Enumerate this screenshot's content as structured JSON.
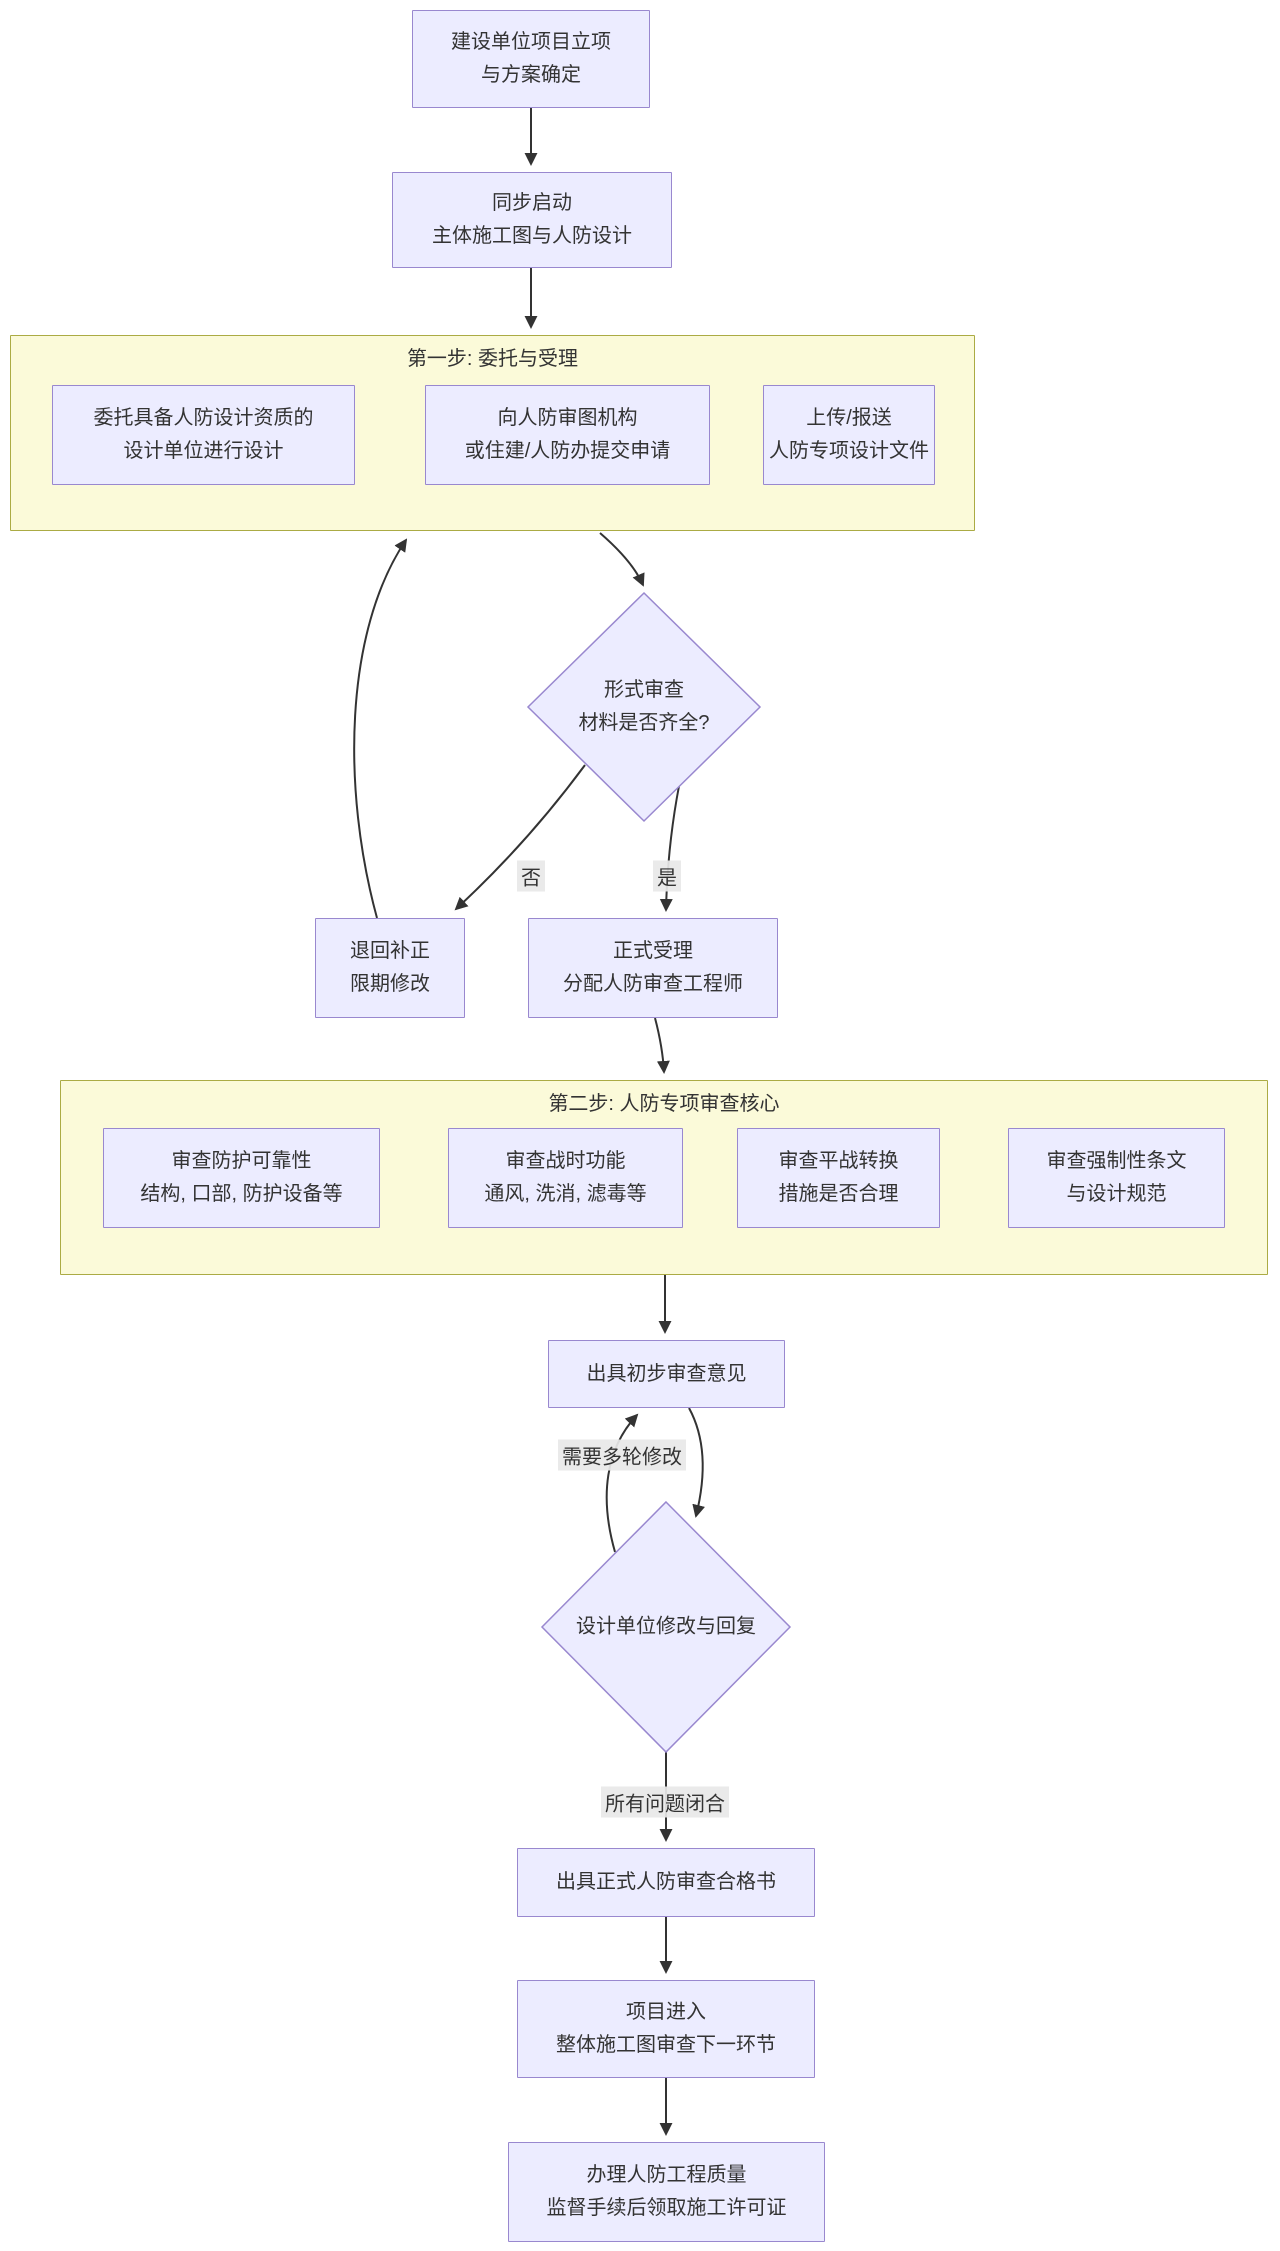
{
  "nodes": {
    "start": {
      "line1": "建设单位项目立项",
      "line2": "与方案确定"
    },
    "sync": {
      "line1": "同步启动",
      "line2": "主体施工图与人防设计"
    },
    "entrust": {
      "line1": "委托具备人防设计资质的",
      "line2": "设计单位进行设计"
    },
    "submit": {
      "line1": "向人防审图机构",
      "line2": "或住建/人防办提交申请"
    },
    "upload": {
      "line1": "上传/报送",
      "line2": "人防专项设计文件"
    },
    "formal_check": {
      "line1": "形式审查",
      "line2": "材料是否齐全?"
    },
    "return_fix": {
      "line1": "退回补正",
      "line2": "限期修改"
    },
    "accept": {
      "line1": "正式受理",
      "line2": "分配人防审查工程师"
    },
    "review_protection": {
      "line1": "审查防护可靠性",
      "line2": "结构, 口部, 防护设备等"
    },
    "review_wartime": {
      "line1": "审查战时功能",
      "line2": "通风, 洗消, 滤毒等"
    },
    "review_conversion": {
      "line1": "审查平战转换",
      "line2": "措施是否合理"
    },
    "review_mandatory": {
      "line1": "审查强制性条文",
      "line2": "与设计规范"
    },
    "preliminary_opinion": {
      "line1": "出具初步审查意见"
    },
    "design_revise": {
      "line1": "设计单位修改与回复"
    },
    "certificate": {
      "line1": "出具正式人防审查合格书"
    },
    "next_stage": {
      "line1": "项目进入",
      "line2": "整体施工图审查下一环节"
    },
    "permit": {
      "line1": "办理人防工程质量",
      "line2": "监督手续后领取施工许可证"
    }
  },
  "containers": {
    "step1": {
      "title": "第一步: 委托与受理"
    },
    "step2": {
      "title": "第二步: 人防专项审查核心"
    }
  },
  "edge_labels": {
    "no": "否",
    "yes": "是",
    "multi_round": "需要多轮修改",
    "all_closed": "所有问题闭合"
  },
  "colors": {
    "node_fill": "#ececff",
    "node_border": "#9988cf",
    "container_fill": "#fbfad9",
    "container_border": "#abab44",
    "edge_stroke": "#333333",
    "edge_label_bg": "#e8e8e8",
    "text": "#333333",
    "background": "#ffffff"
  }
}
